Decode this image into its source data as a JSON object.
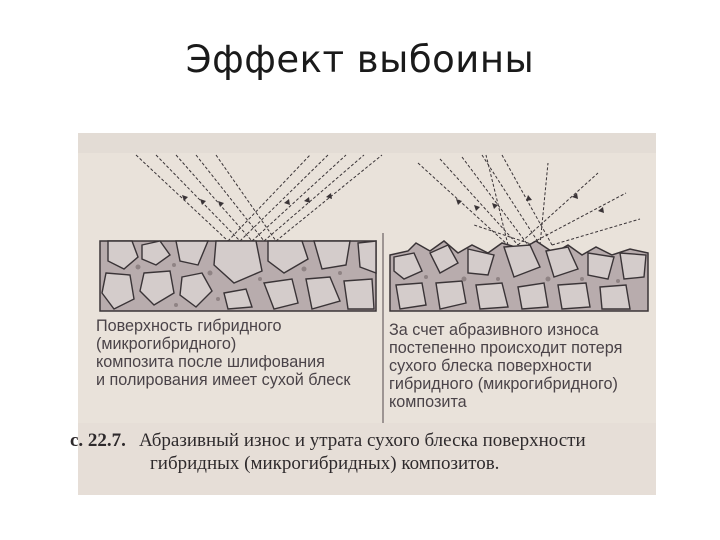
{
  "slide": {
    "title": "Эффект выбоины"
  },
  "figure": {
    "caption_left": "Поверхность гибридного\n(микрогибридного)\nкомпозита после шлифования\nи полирования имеет сухой блеск",
    "caption_right": "За счет абразивного износа\nпостепенно происходит потеря\nсухого блеска поверхности\nгибридного (микрогибридного)\nкомпозита",
    "fig_number": "с. 22.7.",
    "fig_caption_line1": "Абразивный износ и утрата сухого блеска поверхности",
    "fig_caption_line2": "гибридных (микрогибридных) композитов."
  },
  "colors": {
    "paper": "#e9e2da",
    "ink": "#3a3437",
    "filler": "#cfc6c6",
    "matrix": "#b8acad"
  }
}
